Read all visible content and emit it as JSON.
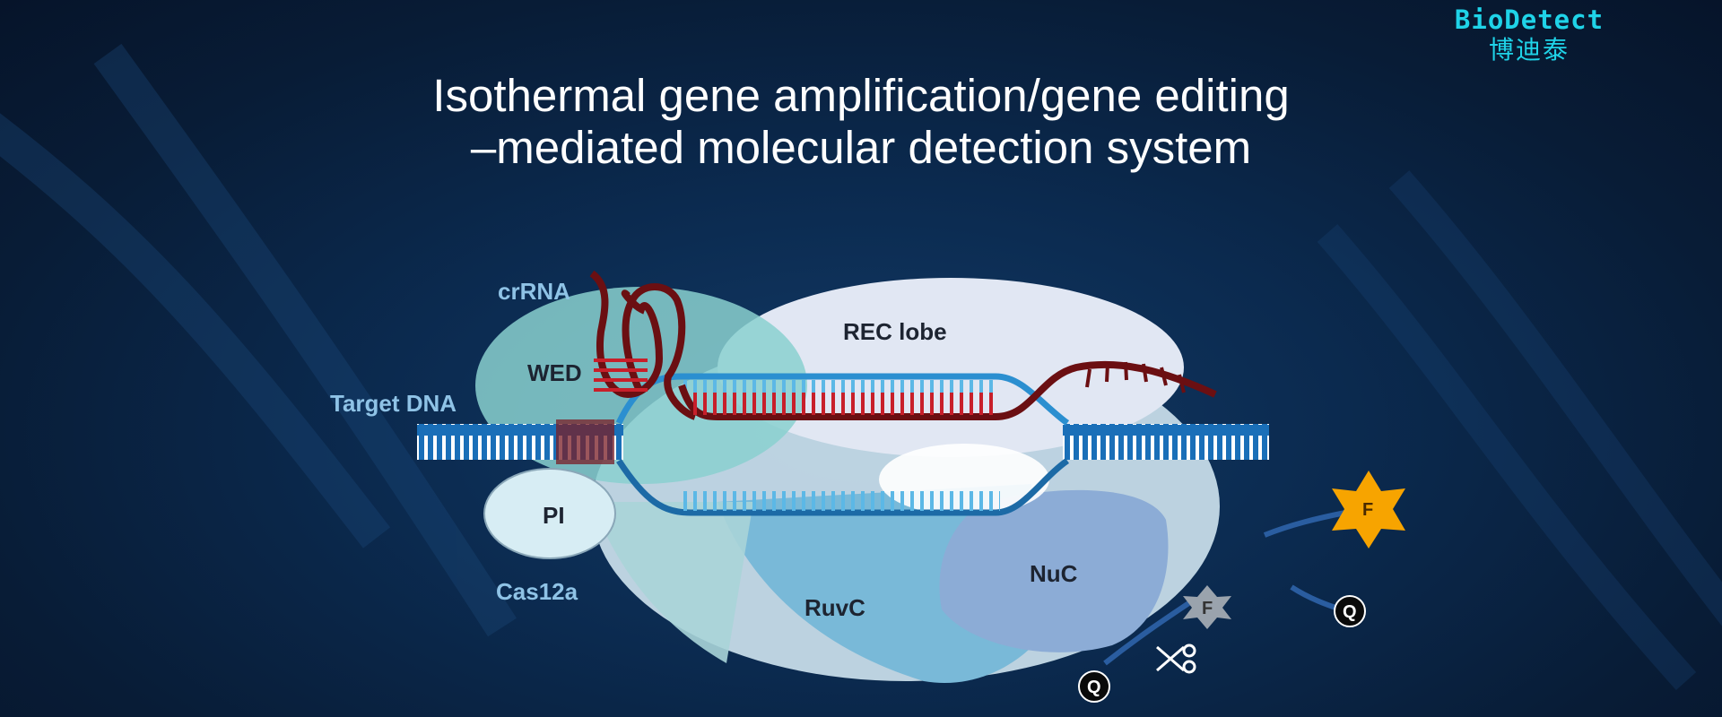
{
  "brand": {
    "name_en": "BioDetect",
    "name_cn": "博迪泰"
  },
  "title": {
    "line1": "Isothermal gene amplification/gene editing",
    "line2": "–mediated molecular detection system"
  },
  "labels": {
    "crrna": "crRNA",
    "wed": "WED",
    "target_dna": "Target DNA",
    "rec_lobe": "REC lobe",
    "pi": "PI",
    "cas12a": "Cas12a",
    "ruvc": "RuvC",
    "nuc": "NuC"
  },
  "reporters": {
    "fluorophore_letter": "F",
    "quencher_letter": "Q"
  },
  "icons": [
    "scissors-icon"
  ],
  "colors": {
    "brand": "#1fd3e8",
    "rna": "#6b0f12",
    "dna": "#2b8fd0",
    "fluorophore_active": "#f7a400",
    "fluorophore_inactive": "#9aa3ad"
  }
}
